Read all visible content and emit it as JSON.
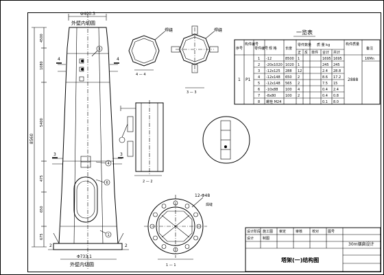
{
  "tower": {
    "dim_top": "Φ400.3",
    "label_top": "外壁内切圆",
    "dim_bottom": "Φ733.1",
    "label_bottom": "外壁内切圆",
    "overall_height": "8560",
    "segment_dims": [
      "4500",
      "1080",
      "5400",
      "475",
      "650",
      "675"
    ],
    "section_marks": [
      "4",
      "4",
      "3",
      "3",
      "2",
      "2"
    ],
    "callouts": [
      "5",
      "4",
      "6",
      "1"
    ]
  },
  "top_views": {
    "label_a": "焊缝",
    "label_b": "焊缝",
    "section_label_a": "4 — 4",
    "section_label_b": "3 — 3",
    "section_label_c": "2 — 2"
  },
  "base_view": {
    "dim_label": "12-Φ48",
    "note": "焊缝",
    "section_label": "1 — 1"
  },
  "bom": {
    "title": "一览表",
    "headers": [
      "序号",
      "构件编号",
      "零件编号",
      "规 格",
      "长度",
      "零件数量",
      "质 量 kg",
      "构件质量",
      "备注"
    ],
    "subheaders": [
      "正",
      "反",
      "单件",
      "合计",
      "共计"
    ],
    "row_no": "1",
    "component": "P1",
    "total_mass": "2888",
    "remark": "16Mn",
    "parts": [
      {
        "no": "1",
        "spec": "-12",
        "len": "8500",
        "qty": "1",
        "unit": "1695",
        "sum": "1695"
      },
      {
        "no": "2",
        "spec": "-20x1020",
        "len": "1020",
        "qty": "1",
        "unit": "245",
        "sum": "245"
      },
      {
        "no": "3",
        "spec": "-12x125",
        "len": "288",
        "qty": "12",
        "unit": "2.4",
        "sum": "28.8"
      },
      {
        "no": "4",
        "spec": "-12x148",
        "len": "650",
        "qty": "2",
        "unit": "8.6",
        "sum": "17.2"
      },
      {
        "no": "5",
        "spec": "-12x148",
        "len": "565",
        "qty": "2",
        "unit": "7.5",
        "sum": "15"
      },
      {
        "no": "6",
        "spec": "-10x88",
        "len": "100",
        "qty": "4",
        "unit": "0.4",
        "sum": "2.4"
      },
      {
        "no": "7",
        "spec": "-8x80",
        "len": "100",
        "qty": "2",
        "unit": "0.4",
        "sum": "0.8"
      },
      {
        "no": "8",
        "spec": "螺栓 M24",
        "len": "",
        "qty": "",
        "unit": "0.1",
        "sum": "8.0"
      }
    ]
  },
  "title_block": {
    "drawing_title": "塔架(一)结构图",
    "project": "30m烟囱设计",
    "small_labels": [
      "设计阶段",
      "施工图",
      "审定",
      "审核",
      "校对",
      "设计",
      "制图",
      "图号"
    ]
  }
}
